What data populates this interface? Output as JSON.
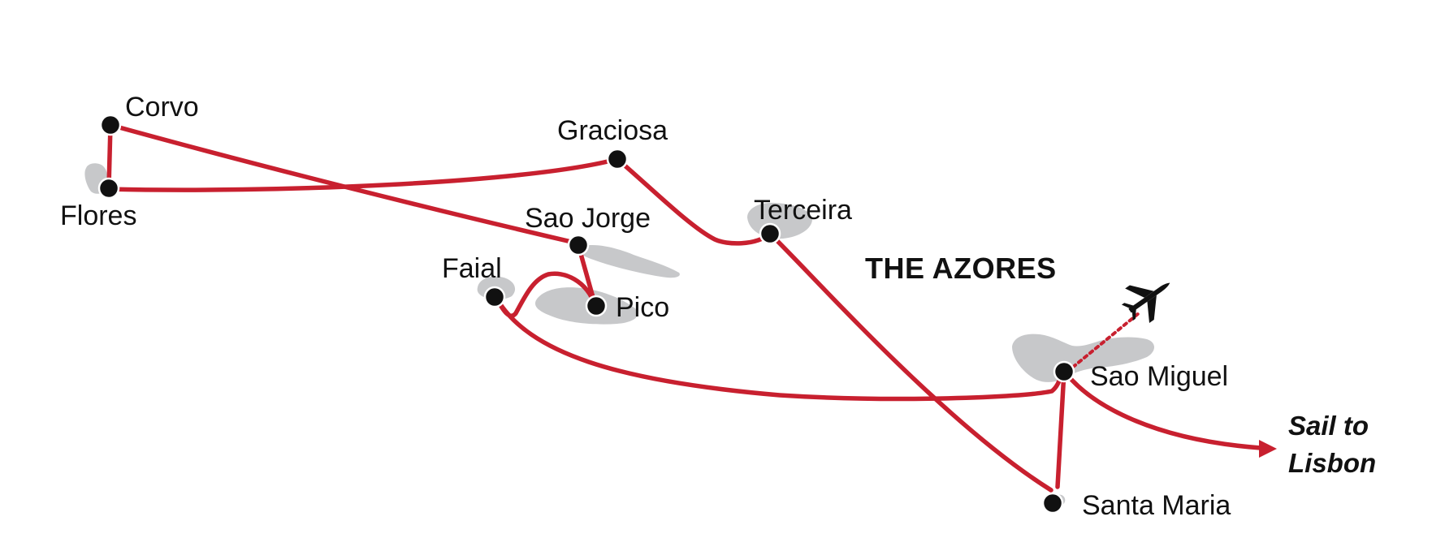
{
  "map": {
    "title": "THE AZORES",
    "ports": [
      {
        "id": "corvo",
        "label": "Corvo"
      },
      {
        "id": "flores",
        "label": "Flores"
      },
      {
        "id": "graciosa",
        "label": "Graciosa"
      },
      {
        "id": "terceira",
        "label": "Terceira"
      },
      {
        "id": "sao-jorge",
        "label": "Sao Jorge"
      },
      {
        "id": "faial",
        "label": "Faial"
      },
      {
        "id": "pico",
        "label": "Pico"
      },
      {
        "id": "sao-miguel",
        "label": "Sao Miguel"
      },
      {
        "id": "santa-maria",
        "label": "Santa Maria"
      }
    ],
    "destination": {
      "line1": "Sail to",
      "line2": "Lisbon"
    },
    "icons": {
      "airplane": "airplane-icon",
      "arrow": "arrow-head-icon"
    },
    "colors": {
      "route": "#c8202f",
      "island": "#c7c8ca",
      "port": "#111111"
    }
  }
}
